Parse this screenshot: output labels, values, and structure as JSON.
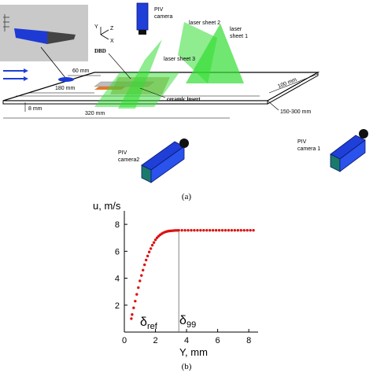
{
  "panel_a": {
    "caption": "(a)",
    "labels": {
      "piv_camera_top": [
        "PIV",
        "camera"
      ],
      "laser_sheet_2": "laser sheet 2",
      "laser_sheet_1": [
        "laser",
        "sheet 1"
      ],
      "laser_sheet_3": "laser sheet 3",
      "dbd": "DBD",
      "ceramic_insert": "ceramic insert",
      "dim_60": "60 mm",
      "dim_180": "180 mm",
      "dim_8": "8 mm",
      "dim_320": "320  mm",
      "dim_100": "100 mm",
      "dim_150_300": "150-300  mm",
      "piv_camera2": [
        "PIV",
        "camera2"
      ],
      "piv_camera1": [
        "PIV",
        "camera 1"
      ],
      "axis_y": "Y",
      "axis_z": "Z",
      "axis_x": "X"
    },
    "colors": {
      "laser_green": "#33dd33",
      "camera_blue": "#1f3fd8",
      "flow_arrow_blue": "#1f3fd8",
      "insert_orange": "#e07a2a"
    }
  },
  "panel_b": {
    "caption": "(b)",
    "delta_ref": {
      "symbol": "δ",
      "sub": "ref"
    },
    "delta_99": {
      "symbol": "δ",
      "sub": "99"
    }
  },
  "chart_data": {
    "type": "scatter",
    "xlabel": "Y, mm",
    "ylabel": "u, m/s",
    "xlim": [
      0,
      8.6
    ],
    "ylim": [
      0,
      9
    ],
    "xticks": [
      0,
      2,
      4,
      6,
      8
    ],
    "yticks": [
      2,
      4,
      6,
      8
    ],
    "color": "#dd1111",
    "marker_line_x": 3.5,
    "points": {
      "x": [
        0.45,
        0.5,
        0.6,
        0.7,
        0.8,
        0.9,
        1.0,
        1.1,
        1.2,
        1.3,
        1.4,
        1.5,
        1.6,
        1.7,
        1.8,
        1.9,
        2.0,
        2.1,
        2.2,
        2.3,
        2.4,
        2.5,
        2.6,
        2.7,
        2.8,
        2.9,
        3.0,
        3.1,
        3.2,
        3.3,
        3.4,
        3.5,
        3.7,
        3.9,
        4.1,
        4.3,
        4.5,
        4.7,
        4.9,
        5.1,
        5.3,
        5.5,
        5.7,
        5.9,
        6.1,
        6.3,
        6.5,
        6.7,
        6.9,
        7.1,
        7.3,
        7.5,
        7.7,
        7.9,
        8.1,
        8.3
      ],
      "y": [
        1.0,
        1.3,
        1.8,
        2.3,
        2.8,
        3.3,
        3.8,
        4.2,
        4.6,
        5.0,
        5.35,
        5.65,
        5.95,
        6.2,
        6.45,
        6.65,
        6.85,
        7.0,
        7.12,
        7.22,
        7.3,
        7.37,
        7.42,
        7.46,
        7.49,
        7.51,
        7.52,
        7.53,
        7.54,
        7.55,
        7.55,
        7.56,
        7.56,
        7.56,
        7.56,
        7.56,
        7.56,
        7.56,
        7.56,
        7.56,
        7.56,
        7.56,
        7.56,
        7.56,
        7.56,
        7.56,
        7.56,
        7.56,
        7.56,
        7.56,
        7.56,
        7.56,
        7.56,
        7.56,
        7.56,
        7.56
      ]
    }
  }
}
